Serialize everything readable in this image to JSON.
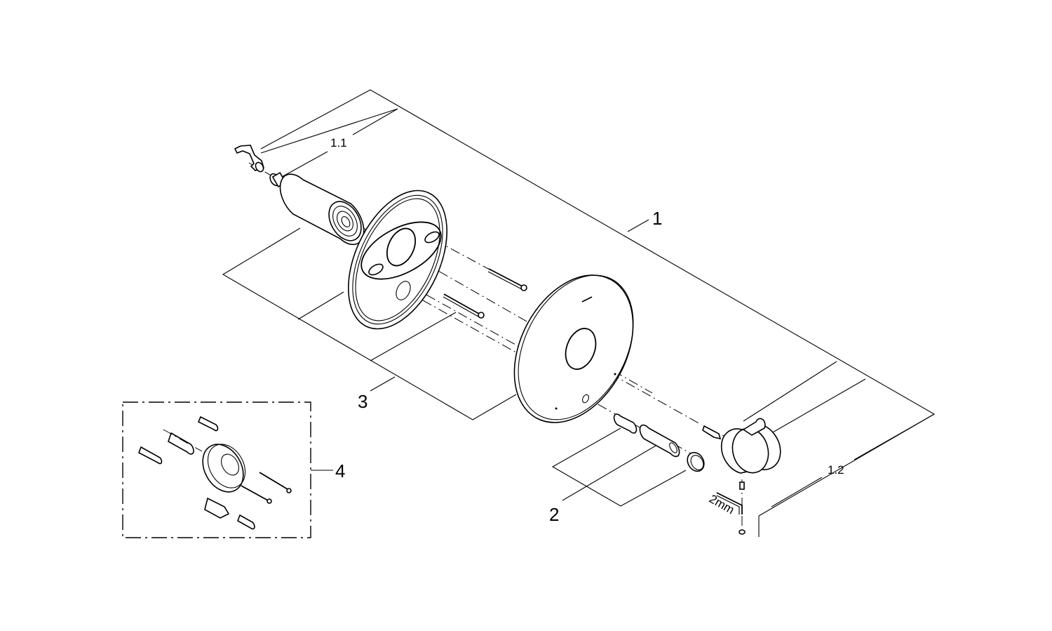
{
  "diagram": {
    "type": "exploded-parts-view",
    "callouts": [
      {
        "id": "callout-1",
        "label": "1"
      },
      {
        "id": "callout-1-1",
        "label": "1.1"
      },
      {
        "id": "callout-1-2",
        "label": "1.2"
      },
      {
        "id": "callout-2",
        "label": "2"
      },
      {
        "id": "callout-3",
        "label": "3"
      },
      {
        "id": "callout-4",
        "label": "4"
      }
    ],
    "tool_label": "2mm",
    "colors": {
      "line": "#000000",
      "background": "#ffffff"
    }
  }
}
